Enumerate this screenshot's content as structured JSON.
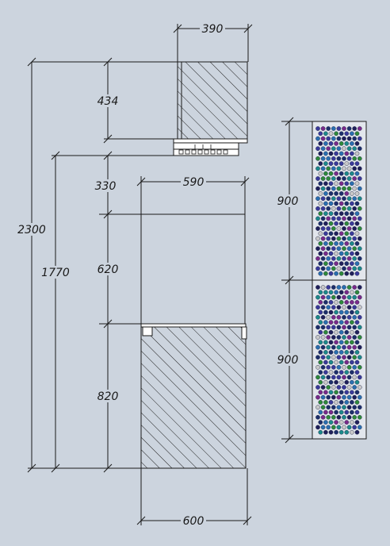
{
  "drawing": {
    "dimensions": {
      "top_width": "390",
      "upper_cabinet_height": "434",
      "total_height": "2300",
      "mid_height": "1770",
      "gap_height": "330",
      "middle_width": "590",
      "upper_section_height": "620",
      "lower_section_height": "820",
      "bottom_width": "600",
      "panel_top_height": "900",
      "panel_bottom_height": "900"
    },
    "colors": {
      "background": "#ccd4de",
      "line": "#1a1a1a",
      "hatch": "#222222",
      "panel_background": "#e2e6ec"
    },
    "perforation_colors": [
      "#1d2f6b",
      "#2a6fb0",
      "#1c8a8a",
      "#3a3a9a",
      "#7a2a8a",
      "#2e8a3a",
      "#c8c8c8",
      "#20205a"
    ]
  }
}
